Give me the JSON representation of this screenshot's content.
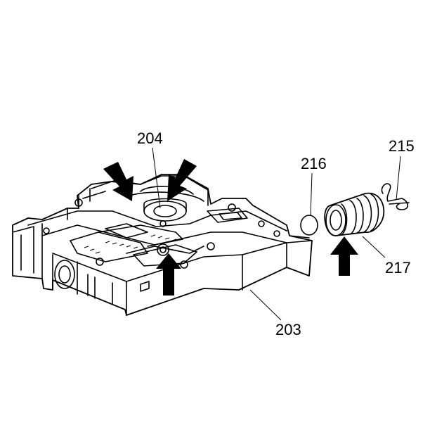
{
  "callouts": {
    "c204": "204",
    "c216": "216",
    "c215": "215",
    "c217": "217",
    "c203": "203"
  },
  "colors": {
    "line": "#000000",
    "background": "#ffffff"
  },
  "icons": {
    "arrow": "arrow-icon"
  }
}
